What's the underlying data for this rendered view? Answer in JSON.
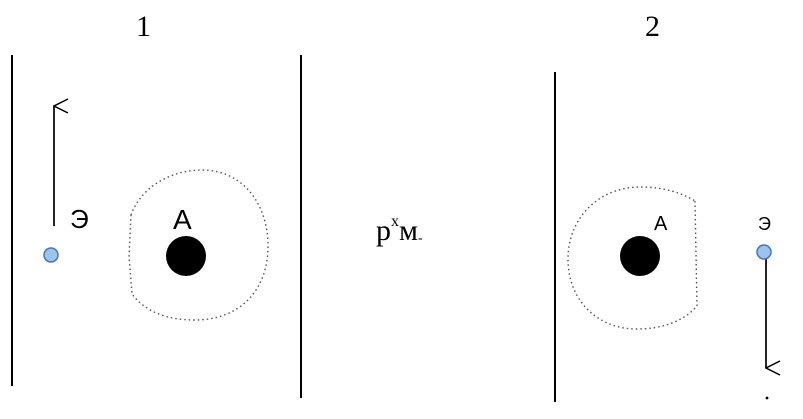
{
  "panels": [
    {
      "number": "1",
      "atom_label": "А",
      "electron_label": "Э"
    },
    {
      "number": "2",
      "atom_label": "А",
      "electron_label": "Э"
    }
  ],
  "formula": {
    "base": "p",
    "superscript": "x",
    "main": "м",
    "subscript": "-"
  },
  "colors": {
    "electron_fill": "#9CC3EA",
    "electron_stroke": "#4A74B8",
    "atom_core": "#000000",
    "line": "#000000",
    "shell_border": "#555555"
  }
}
